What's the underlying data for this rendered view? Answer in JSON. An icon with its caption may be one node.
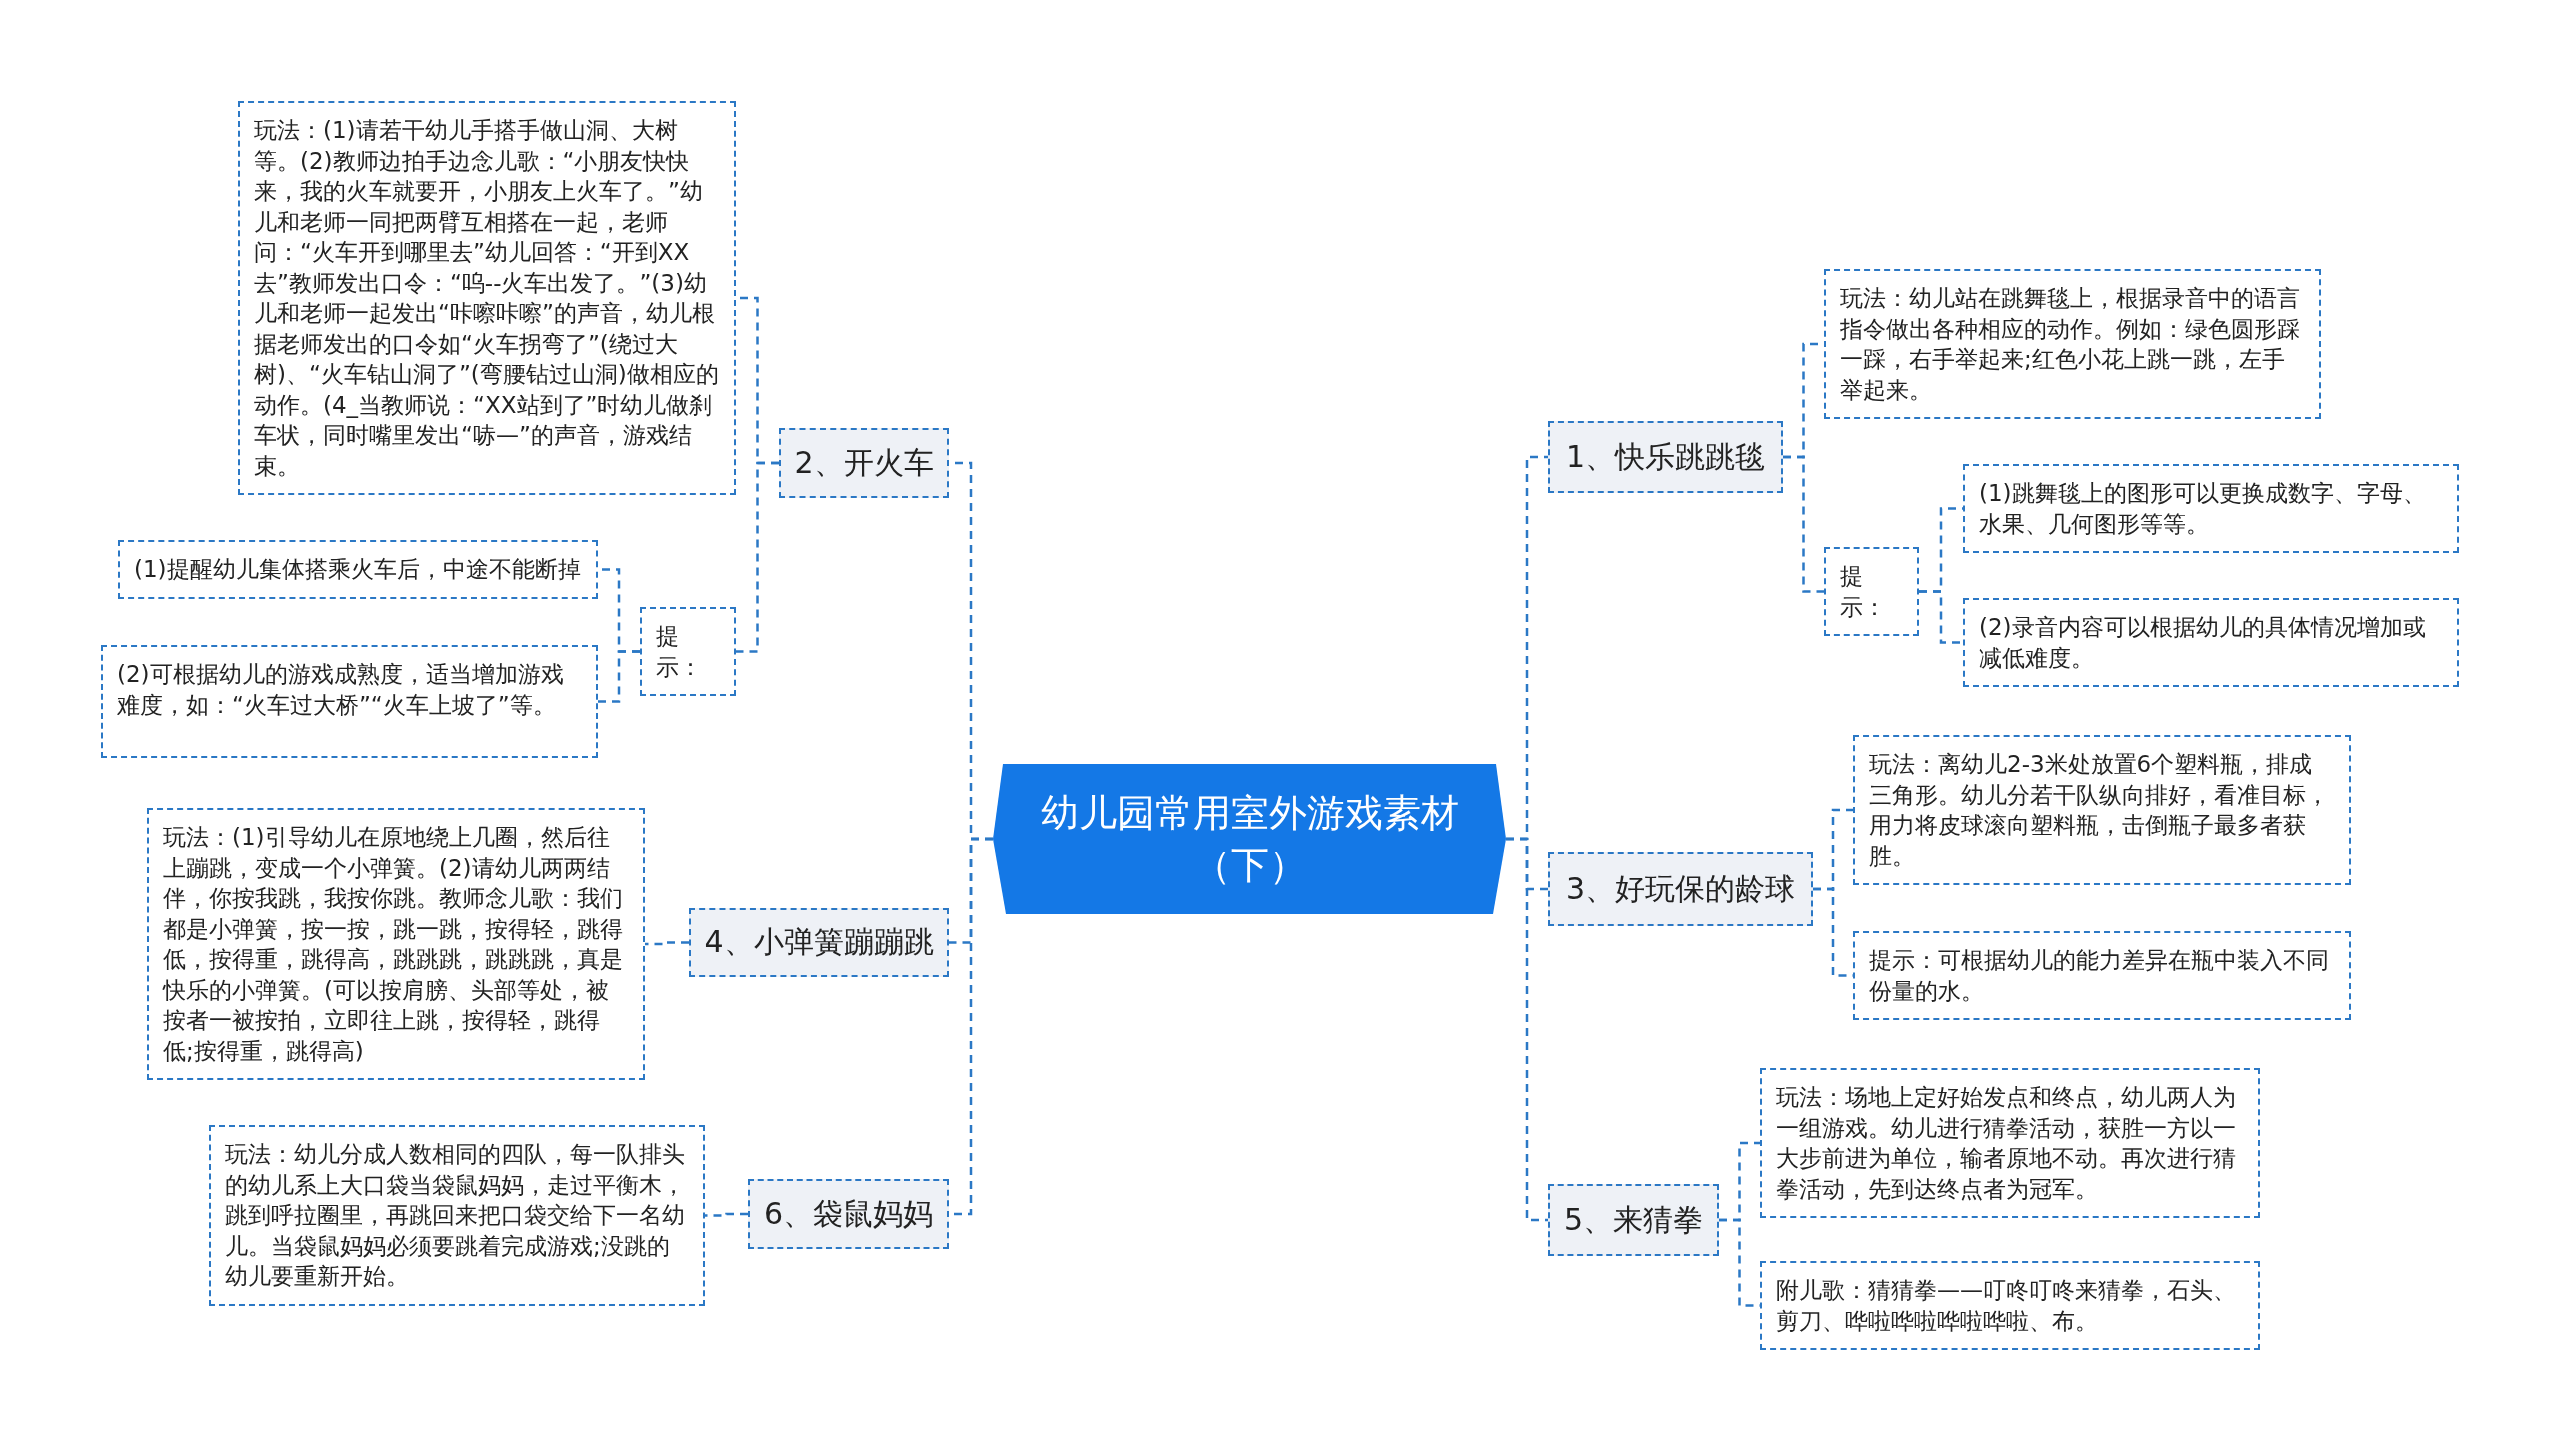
{
  "diagram": {
    "nodes": [
      {
        "text": [
          "幼儿园常用室外游戏素材（下）"
        ]
      },
      {
        "text": [
          "1、快乐跳跳毯"
        ]
      },
      {
        "text": [
          "玩法：幼儿站在跳舞毯上，根据录音中的语言指令做出各种相应的动作。例如：绿色圆形踩一踩，右手举起来;红色小花上跳一跳，左手举起来。"
        ]
      },
      {
        "text": [
          "提示："
        ]
      },
      {
        "text": [
          "(1)跳舞毯上的图形可以更换成数字、字母、水果、几何图形等等。"
        ]
      },
      {
        "text": [
          "(2)录音内容可以根据幼儿的具体情况增加或减低难度。"
        ]
      },
      {
        "text": [
          "3、好玩保的龄球"
        ]
      },
      {
        "text": [
          "玩法：离幼儿2-3米处放置6个塑料瓶，排成三角形。幼儿分若干队纵向排好，看准目标，用力将皮球滚向塑料瓶，击倒瓶子最多者获胜。"
        ]
      },
      {
        "text": [
          "提示：可根据幼儿的能力差异在瓶中装入不同份量的水。"
        ]
      },
      {
        "text": [
          "5、来猜拳"
        ]
      },
      {
        "text": [
          "玩法：场地上定好始发点和终点，幼儿两人为一组游戏。幼儿进行猜拳活动，获胜一方以一大步前进为单位，输者原地不动。再次进行猜拳活动，先到达终点者为冠军。"
        ]
      },
      {
        "text": [
          "附儿歌：猜猜拳——叮咚叮咚来猜拳，石头、剪刀、哗啦哗啦哗啦哗啦、布。"
        ]
      },
      {
        "text": [
          "2、开火车"
        ]
      },
      {
        "text": [
          "玩法：(1)请若干幼儿手搭手做山洞、大树等。(2)教师边拍手边念儿歌：“小朋友快快来，我的火车就要开，小朋友上火车了。”幼儿和老师一同把两臂互相搭在一起，老师问：“火车开到哪里去”幼儿回答：“开到XX去”教师发出口令：“呜--火车出发了。”(3)幼儿和老师一起发出“咔嚓咔嚓”的声音，幼儿根据老师发出的口令如“火车拐弯了”(绕过大树)、“火车钻山洞了”(弯腰钻过山洞)做相应的动作。(4_当教师说：“XX站到了”时幼儿做刹车状，同时嘴里发出“哧—”的声音，游戏结束。"
        ]
      },
      {
        "text": [
          "提示："
        ]
      },
      {
        "text": [
          "(1)提醒幼儿集体搭乘火车后，中途不能断掉"
        ]
      },
      {
        "text": [
          "(2)可根据幼儿的游戏成熟度，适当增加游戏难度，如：“火车过大桥”“火车上坡了”等。"
        ]
      },
      {
        "text": [
          "4、小弹簧蹦蹦跳"
        ]
      },
      {
        "text": [
          "玩法：(1)引导幼儿在原地绕上几圈，然后往上蹦跳，变成一个小弹簧。(2)请幼儿两两结伴，你按我跳，我按你跳。教师念儿歌：我们都是小弹簧，按一按，跳一跳，按得轻，跳得低，按得重，跳得高，跳跳跳，跳跳跳，真是快乐的小弹簧。(可以按肩膀、头部等处，被按者一被按拍，立即往上跳，按得轻，跳得低;按得重，跳得高)"
        ]
      },
      {
        "text": [
          "6、袋鼠妈妈"
        ]
      },
      {
        "text": [
          "玩法：幼儿分成人数相同的四队，每一队排头的幼儿系上大口袋当袋鼠妈妈，走过平衡木，跳到呼拉圈里，再跳回来把口袋交给下一名幼儿。当袋鼠妈妈必须要跳着完成游戏;没跳的幼儿要重新开始。"
        ]
      }
    ],
    "edges": [
      {
        "from": 0,
        "to": 1,
        "arrow": "none"
      },
      {
        "from": 1,
        "to": 2,
        "arrow": "none"
      },
      {
        "from": 1,
        "to": 3,
        "arrow": "none"
      },
      {
        "from": 3,
        "to": 4,
        "arrow": "none"
      },
      {
        "from": 3,
        "to": 5,
        "arrow": "none"
      },
      {
        "from": 0,
        "to": 6,
        "arrow": "none"
      },
      {
        "from": 6,
        "to": 7,
        "arrow": "none"
      },
      {
        "from": 6,
        "to": 8,
        "arrow": "none"
      },
      {
        "from": 0,
        "to": 9,
        "arrow": "none"
      },
      {
        "from": 9,
        "to": 10,
        "arrow": "none"
      },
      {
        "from": 9,
        "to": 11,
        "arrow": "none"
      },
      {
        "from": 0,
        "to": 12,
        "arrow": "none"
      },
      {
        "from": 12,
        "to": 13,
        "arrow": "none"
      },
      {
        "from": 12,
        "to": 14,
        "arrow": "none"
      },
      {
        "from": 14,
        "to": 15,
        "arrow": "none"
      },
      {
        "from": 14,
        "to": 16,
        "arrow": "none"
      },
      {
        "from": 0,
        "to": 17,
        "arrow": "none"
      },
      {
        "from": 17,
        "to": 18,
        "arrow": "none"
      },
      {
        "from": 0,
        "to": 19,
        "arrow": "none"
      },
      {
        "from": 19,
        "to": 20,
        "arrow": "none"
      }
    ]
  }
}
